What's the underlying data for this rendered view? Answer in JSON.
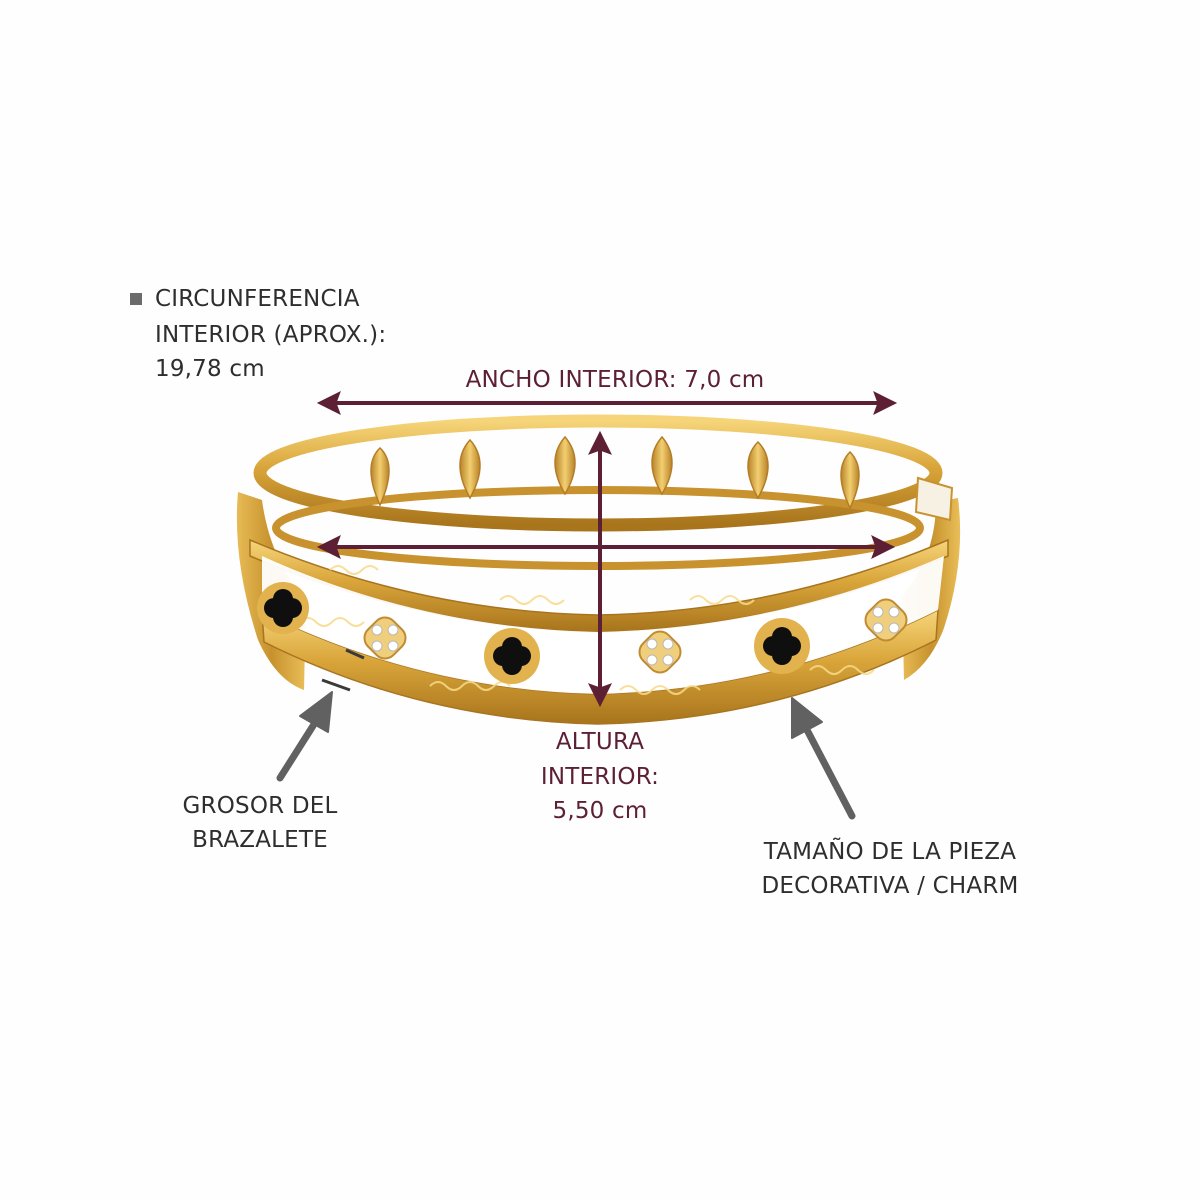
{
  "annotations": {
    "circumference": {
      "line1": "CIRCUNFERENCIA",
      "line2": "INTERIOR (APROX.):",
      "line3": "19,78 cm"
    },
    "inner_width": {
      "text": "ANCHO INTERIOR: 7,0 cm"
    },
    "inner_height": {
      "line1": "ALTURA",
      "line2": "INTERIOR:",
      "line3": "5,50 cm"
    },
    "thickness": {
      "line1": "GROSOR DEL",
      "line2": "BRAZALETE"
    },
    "charm_size": {
      "line1": "TAMAÑO DE LA PIEZA",
      "line2": "DECORATIVA / CHARM"
    }
  },
  "colors": {
    "dimension_lines": "#5d1f33",
    "pointer_arrows": "#616161",
    "gold": "#d9a53a",
    "onyx": "#111111",
    "label_text": "#2e2e2e"
  },
  "icons": [
    "square-bullet-icon",
    "double-headed-arrow-icon",
    "pointer-arrow-icon",
    "clover-charm-icon"
  ]
}
